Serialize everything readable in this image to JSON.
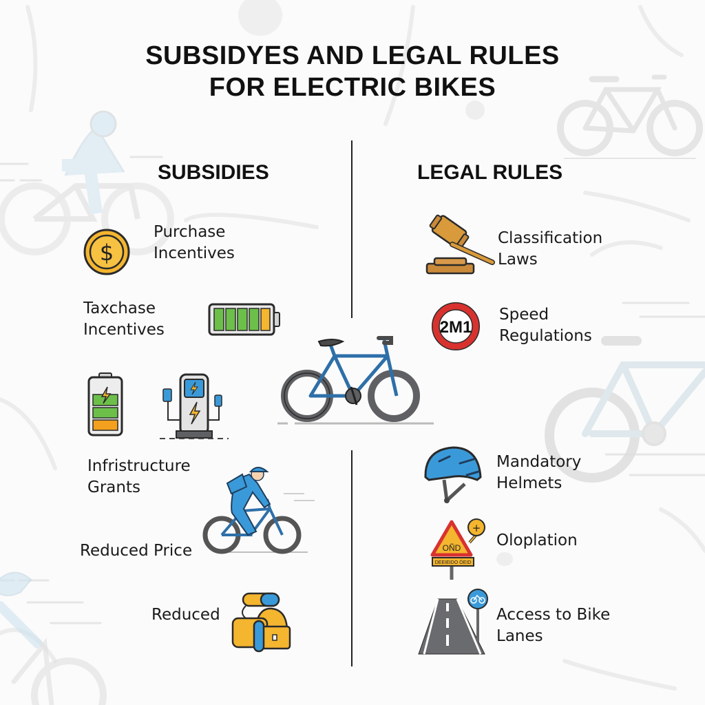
{
  "title": {
    "line1": "SUBSIDYES AND LEGAL RULES",
    "line2": "FOR ELECTRIC BIKES"
  },
  "subsidies": {
    "heading": "SUBSIDIES",
    "items": [
      {
        "line1": "Purchase",
        "line2": "Incentives",
        "icon": "dollar-coin-icon"
      },
      {
        "line1": "Taxchase",
        "line2": "Incentives",
        "icon": "battery-icon"
      },
      {
        "line1": "Infristructure",
        "line2": "Grants",
        "icon": "charging-station-icon"
      },
      {
        "line1": "Reduced Price",
        "line2": "",
        "icon": "cyclist-icon"
      },
      {
        "line1": "Reduced",
        "line2": "",
        "icon": "bags-icon"
      }
    ]
  },
  "legal_rules": {
    "heading": "LEGAL RULES",
    "items": [
      {
        "line1": "Classification",
        "line2": "Laws",
        "icon": "gavel-icon"
      },
      {
        "line1": "Speed",
        "line2": "Regulations",
        "icon": "speed-limit-sign-icon",
        "sign_text": "2M1"
      },
      {
        "line1": "Mandatory",
        "line2": "Helmets",
        "icon": "helmet-icon"
      },
      {
        "line1": "Oloplation",
        "line2": "",
        "icon": "warning-sign-icon",
        "sign_text": "OÑD",
        "plate_text": "DEEIEIDO ÓEID"
      },
      {
        "line1": "Access to Bike",
        "line2": "Lanes",
        "icon": "bike-lane-icon"
      }
    ]
  },
  "center": {
    "icon": "bicycle-icon"
  },
  "colors": {
    "blue": "#2e6fa8",
    "light_blue": "#3a9ad9",
    "gold": "#f4b52f",
    "green": "#6cc04a",
    "red": "#d8322f",
    "bronze": "#c98a3a",
    "gray": "#5f6063"
  }
}
